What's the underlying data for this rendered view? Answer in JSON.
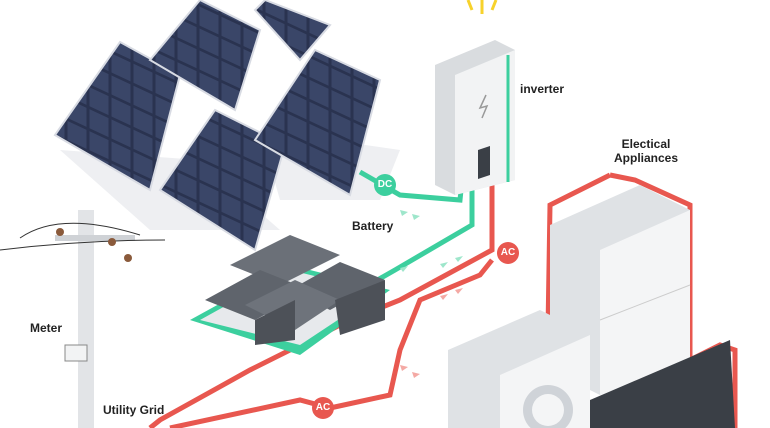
{
  "labels": {
    "inverter": "inverter",
    "appliances_line1": "Electical",
    "appliances_line2": "Appliances",
    "battery": "Battery",
    "meter": "Meter",
    "utility_grid": "Utility Grid"
  },
  "badges": {
    "dc": "DC",
    "ac_inverter": "AC",
    "ac_grid": "AC"
  },
  "colors": {
    "dc_cable": "#3ccf9e",
    "ac_cable": "#e8574f",
    "panel": "#2a3350",
    "sun": "#f7d22b"
  }
}
